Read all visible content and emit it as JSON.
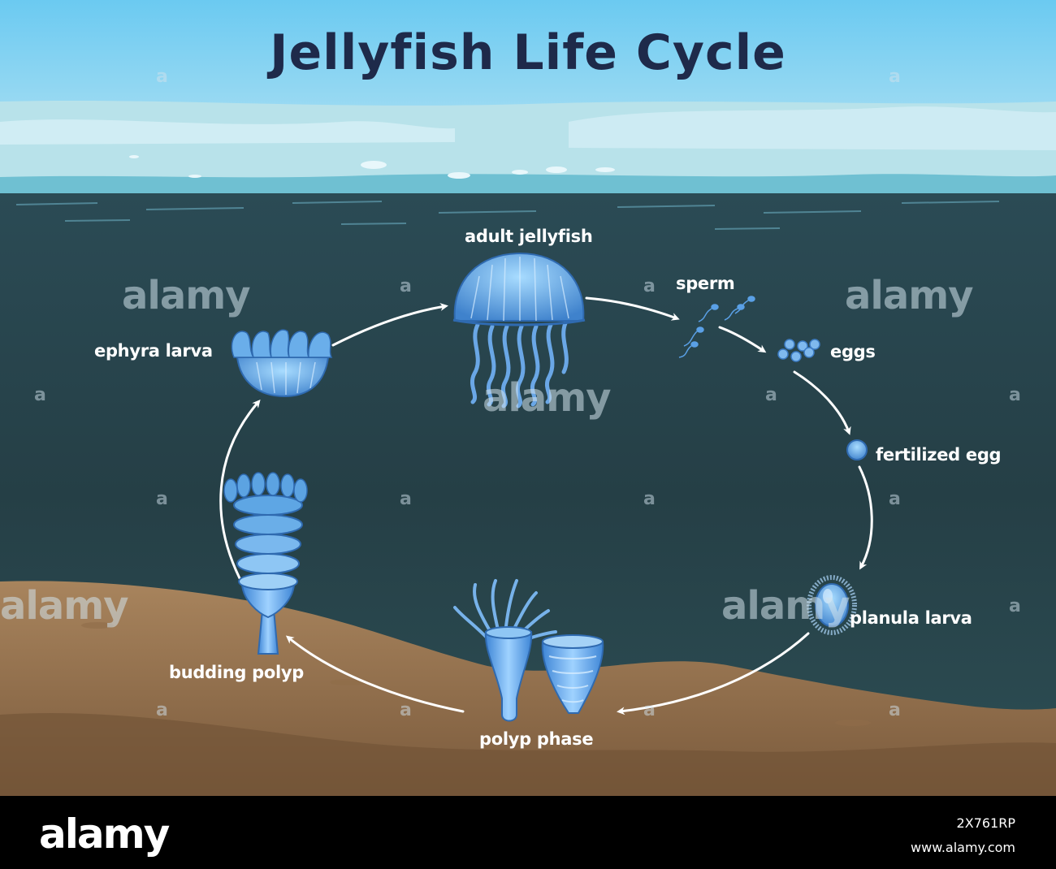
{
  "title": "Jellyfish Life Cycle",
  "stages": {
    "adult": "adult jellyfish",
    "sperm": "sperm",
    "eggs": "eggs",
    "fertilized_egg": "fertilized egg",
    "planula": "planula larva",
    "polyp": "polyp phase",
    "budding": "budding polyp",
    "ephyra": "ephyra larva"
  },
  "watermark": {
    "brand": "alamy",
    "mark": "a"
  },
  "footer": {
    "logo": "alamy",
    "image_id": "2X761RP",
    "url": "www.alamy.com"
  },
  "colors": {
    "sky_top": "#6ccaf0",
    "deep_water": "#27434a",
    "sand": "#a9855e",
    "organism": "#4d8fd4",
    "arrow": "#ffffff",
    "title": "#1e2a4a"
  }
}
